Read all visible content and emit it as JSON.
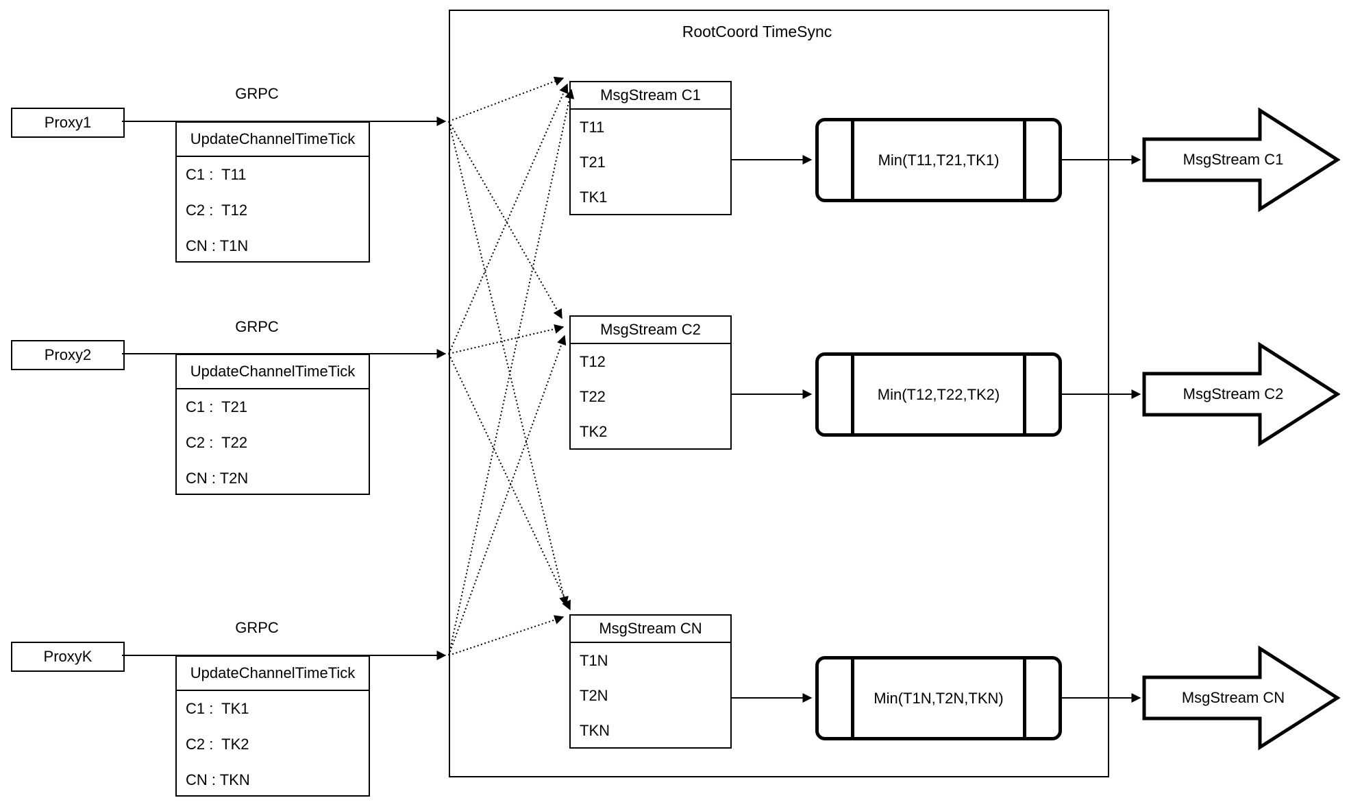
{
  "rootcoord": {
    "title": "RootCoord TimeSync"
  },
  "grpc_label": "GRPC",
  "proxies": [
    {
      "name": "Proxy1",
      "table": {
        "header": "UpdateChannelTimeTick",
        "rows": [
          "C1 :  T11",
          "C2 :  T12",
          "CN : T1N"
        ]
      }
    },
    {
      "name": "Proxy2",
      "table": {
        "header": "UpdateChannelTimeTick",
        "rows": [
          "C1 :  T21",
          "C2 :  T22",
          "CN : T2N"
        ]
      }
    },
    {
      "name": "ProxyK",
      "table": {
        "header": "UpdateChannelTimeTick",
        "rows": [
          "C1 :  TK1",
          "C2 :  TK2",
          "CN : TKN"
        ]
      }
    }
  ],
  "streams": [
    {
      "table": {
        "header": "MsgStream C1",
        "rows": [
          "T11",
          "T21",
          "TK1"
        ]
      },
      "min_label": "Min(T11,T21,TK1)",
      "output_label": "MsgStream C1"
    },
    {
      "table": {
        "header": "MsgStream C2",
        "rows": [
          "T12",
          "T22",
          "TK2"
        ]
      },
      "min_label": "Min(T12,T22,TK2)",
      "output_label": "MsgStream C2"
    },
    {
      "table": {
        "header": "MsgStream CN",
        "rows": [
          "T1N",
          "T2N",
          "TKN"
        ]
      },
      "min_label": "Min(T1N,T2N,TKN)",
      "output_label": "MsgStream CN"
    }
  ],
  "colors": {
    "stroke": "#000000",
    "background": "#ffffff"
  }
}
